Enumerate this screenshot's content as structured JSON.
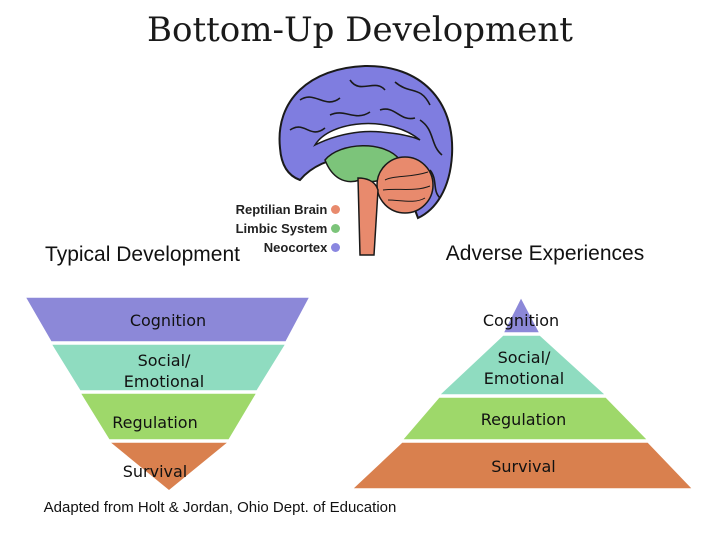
{
  "title": "Bottom-Up Development",
  "brain_legend": [
    {
      "label": "Reptilian Brain",
      "color": "#e88a6d"
    },
    {
      "label": "Limbic System",
      "color": "#7cc47a"
    },
    {
      "label": "Neocortex",
      "color": "#8a87e0"
    }
  ],
  "typical": {
    "heading": "Typical Development",
    "levels": [
      "Cognition",
      "Social/ Emotional",
      "Regulation",
      "Survival"
    ]
  },
  "adverse": {
    "heading": "Adverse Experiences",
    "levels": [
      "Cognition",
      "Social/ Emotional",
      "Regulation",
      "Survival"
    ]
  },
  "colors": {
    "cognition": "#8c88d8",
    "social": "#8fdcc0",
    "regulation": "#9ed86a",
    "survival": "#d9804e"
  },
  "citation": "Adapted from Holt & Jordan, Ohio Dept. of Education"
}
